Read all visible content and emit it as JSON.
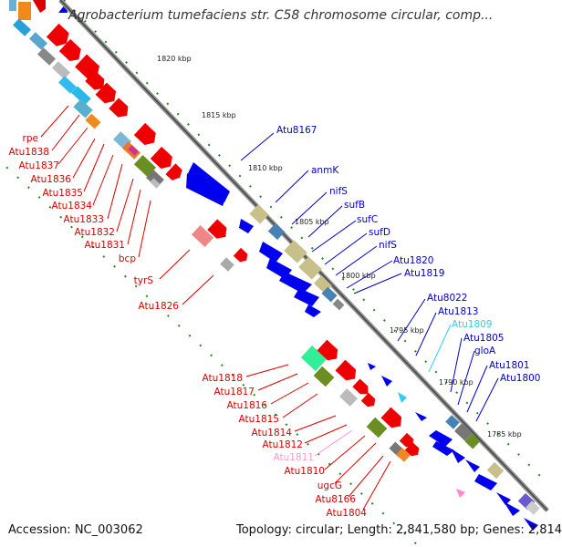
{
  "title": "Agrobacterium tumefaciens str. C58 chromosome circular, comp...",
  "footer": {
    "accession": "Accession: NC_003062",
    "summary": "Topology: circular; Length: 2,841,580 bp; Genes: 2,814"
  },
  "kbp_ticks": [
    "1820 kbp",
    "1815 kbp",
    "1810 kbp",
    "1805 kbp",
    "1800 kbp",
    "1795 kbp",
    "1790 kbp",
    "1785 kbp"
  ],
  "left_labels": [
    "rpe",
    "Atu1838",
    "Atu1837",
    "Atu1836",
    "Atu1835",
    "Atu1834",
    "Atu1833",
    "Atu1832",
    "Atu1831",
    "bcp",
    "tyrS",
    "Atu1826",
    "Atu1818",
    "Atu1817",
    "Atu1816",
    "Atu1815",
    "Atu1814",
    "Atu1812",
    "Atu1811",
    "Atu1810",
    "ugcG",
    "Atu8166",
    "Atu1804"
  ],
  "right_labels": [
    "Atu8167",
    "anmK",
    "nifS",
    "sufB",
    "sufC",
    "sufD",
    "nifS",
    "Atu1820",
    "Atu1819",
    "Atu8022",
    "Atu1813",
    "Atu1809",
    "Atu1805",
    "gloA",
    "Atu1801",
    "Atu1800"
  ],
  "colors": {
    "forward_gene": "#ff0000",
    "reverse_gene": "#0000ff",
    "backbone": "#888888",
    "tick_dot": "#228b22",
    "highlight_label": "#ff9ccc",
    "highlight_label_right": "#33ccee"
  }
}
